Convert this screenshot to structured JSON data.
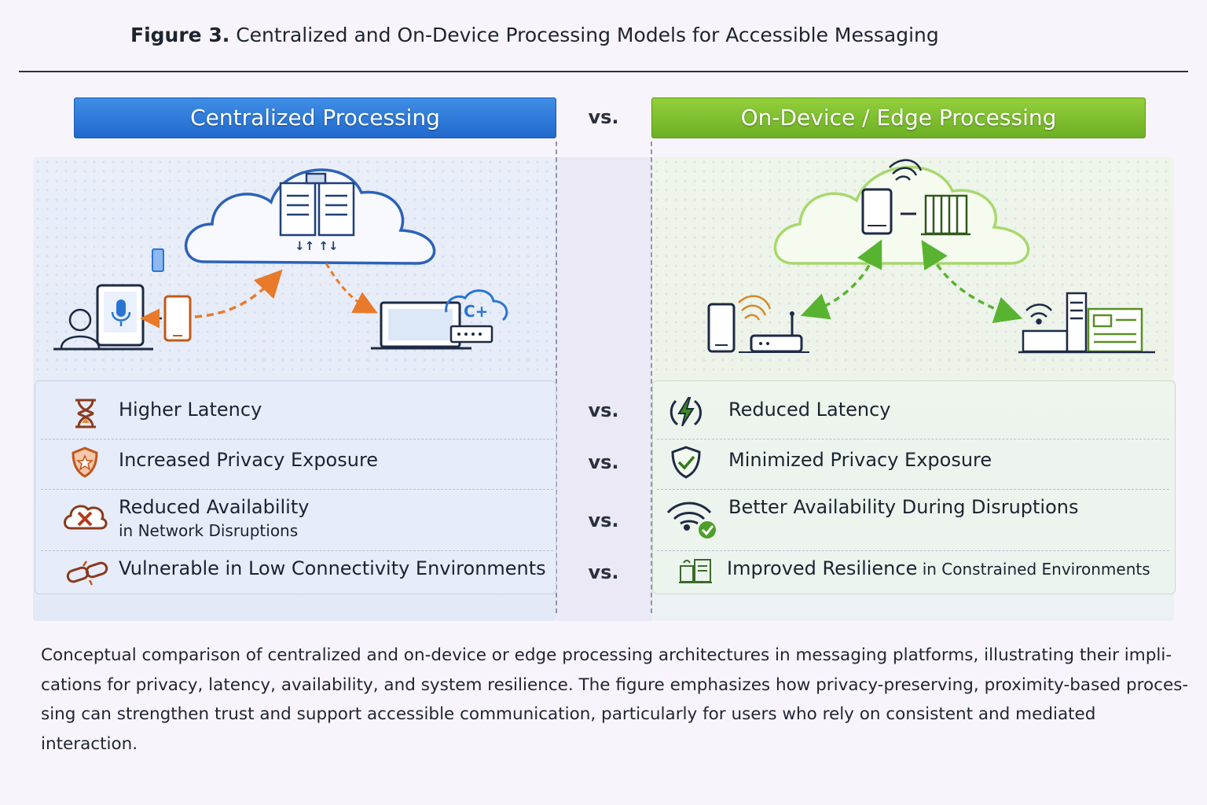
{
  "figure": {
    "label": "Figure 3.",
    "title": "Centralized and On-Device Processing Models for Accessible Messaging"
  },
  "headers": {
    "left": "Centralized Processing",
    "vs": "vs.",
    "right": "On-Device / Edge Processing"
  },
  "comparisons": [
    {
      "left_icon": "hourglass-icon",
      "left": "Higher Latency",
      "vs": "vs.",
      "right_icon": "lightning-bolt-icon",
      "right": "Reduced Latency"
    },
    {
      "left_icon": "shield-warning-icon",
      "left": "Increased Privacy Exposure",
      "vs": "vs.",
      "right_icon": "shield-check-icon",
      "right": "Minimized Privacy Exposure"
    },
    {
      "left_icon": "cloud-x-icon",
      "left": "Reduced Availability",
      "left_sub": "in Network Disruptions",
      "vs": "vs.",
      "right_icon": "wifi-check-icon",
      "right": "Better Availability During Disruptions"
    },
    {
      "left_icon": "broken-link-icon",
      "left": "Vulnerable in Low Connectivity Environments",
      "vs": "vs.",
      "right_icon": "resilient-devices-icon",
      "right": "Improved Resilience",
      "right_suffix": " in Constrained Environments"
    }
  ],
  "caption": [
    "Conceptual comparison of centralized and on-device or edge processing architectures in messaging platforms, illustrating their impli-",
    "cations for privacy, latency, availability, and system resilience. The figure emphasizes how privacy-preserving, proximity-based proces-",
    "sing can strengthen trust and support accessible communication, particularly for users who rely on consistent and mediated",
    "interaction."
  ],
  "colors": {
    "centralized_header": "#2a74d6",
    "edge_header": "#7dbf2e",
    "arrow_orange": "#e87a2a",
    "arrow_green": "#58b430"
  }
}
